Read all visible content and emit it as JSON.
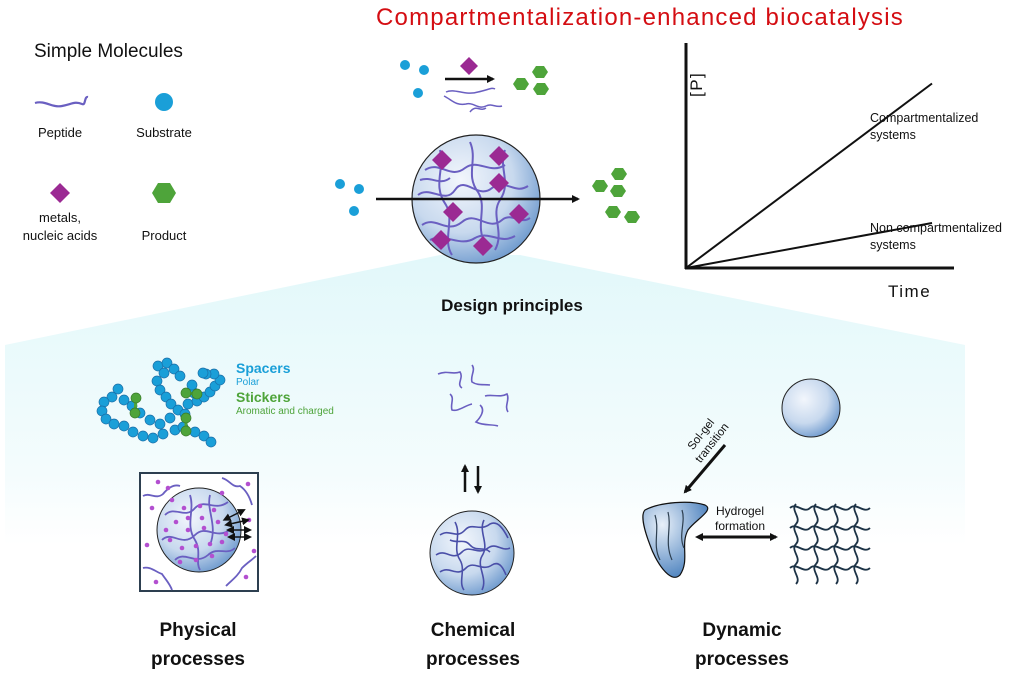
{
  "title": "Compartmentalization-enhanced biocatalysis",
  "legend": {
    "title": "Simple Molecules",
    "items": [
      {
        "icon": "peptide-icon",
        "label": "Peptide",
        "color": "#6a5fc1"
      },
      {
        "icon": "substrate-icon",
        "label": "Substrate",
        "color": "#1a9fd8"
      },
      {
        "icon": "cofactor-icon",
        "label_line1": "metals,",
        "label_line2": "nucleic acids",
        "color": "#9b2a93"
      },
      {
        "icon": "product-icon",
        "label": "Product",
        "color": "#4ea43a"
      }
    ]
  },
  "chart_data": {
    "type": "line",
    "title": "",
    "xlabel": "Time",
    "ylabel": "[P]",
    "x": [
      0,
      1
    ],
    "ylim": [
      0,
      1
    ],
    "xlim": [
      0,
      1.13
    ],
    "grid": false,
    "series": [
      {
        "name": "Compartmentalized systems",
        "label_line1": "Compartmentalized",
        "label_line2": "systems",
        "values": [
          0,
          0.82
        ]
      },
      {
        "name": "Non compartmentalized systems",
        "label_line1": "Non compartmentalized",
        "label_line2": "systems",
        "values": [
          0,
          0.2
        ]
      }
    ]
  },
  "design_principles": {
    "heading": "Design principles",
    "spacers": {
      "title": "Spacers",
      "subtitle": "Polar",
      "color": "#1a9fd8"
    },
    "stickers": {
      "title": "Stickers",
      "subtitle": "Aromatic and charged",
      "color": "#4ea43a"
    },
    "sol_gel": {
      "line1": "Sol-gel",
      "line2": "transition"
    },
    "hydrogel": {
      "line1": "Hydrogel",
      "line2": "formation"
    },
    "processes": [
      {
        "line1": "Physical",
        "line2": "processes"
      },
      {
        "line1": "Chemical",
        "line2": "processes"
      },
      {
        "line1": "Dynamic",
        "line2": "processes"
      }
    ]
  },
  "colors": {
    "title": "#d40d12",
    "peptide": "#6a5fc1",
    "substrate": "#1a9fd8",
    "cofactor": "#9b2a93",
    "product": "#4ea43a",
    "panel": "#e8fafb"
  }
}
